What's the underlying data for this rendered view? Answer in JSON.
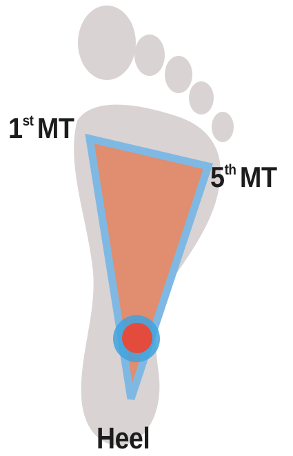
{
  "labels": {
    "first_mt": {
      "num": "1",
      "suffix": "st",
      "text": "MT"
    },
    "fifth_mt": {
      "num": "5",
      "suffix": "th",
      "text": "MT"
    },
    "heel": "Heel"
  },
  "colors": {
    "foot": "#d9d3d4",
    "triangle_fill": "#e08a6c",
    "triangle_stroke": "#7fb9e3",
    "center_point": "#e34b3c",
    "center_ring": "#3fa2dd",
    "text": "#1c1c1c"
  }
}
